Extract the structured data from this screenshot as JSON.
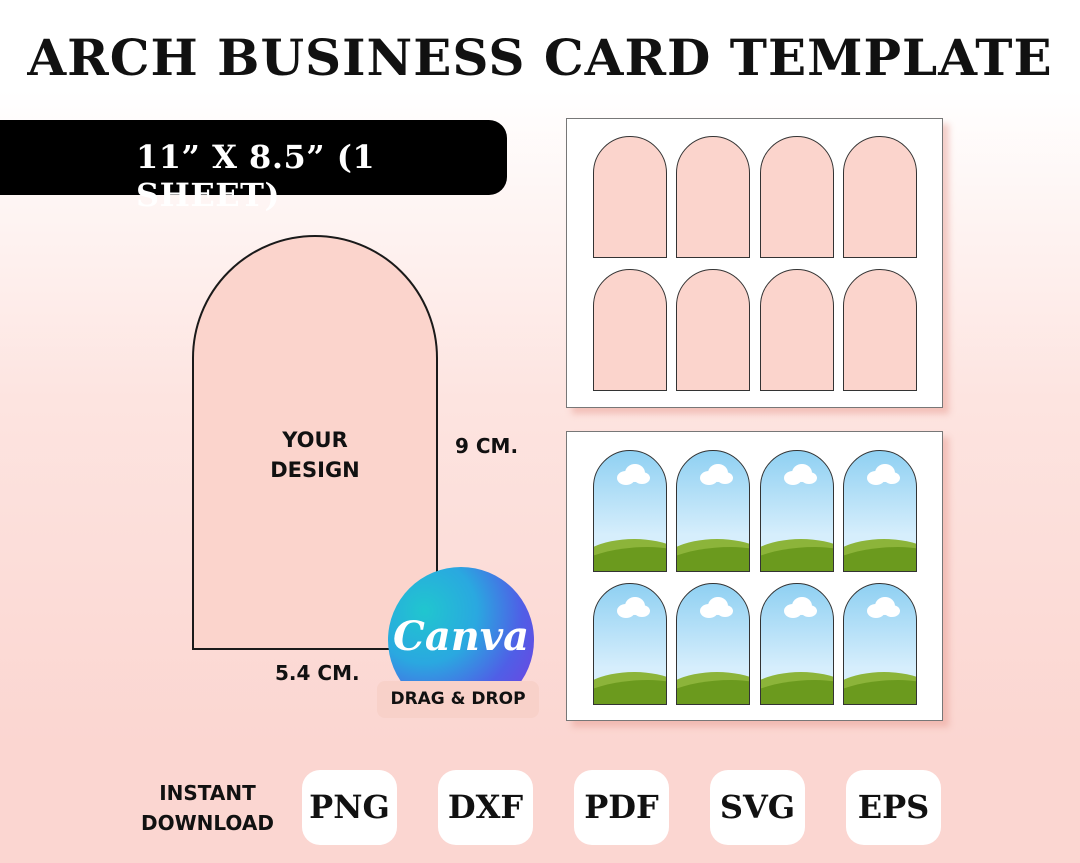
{
  "title": "ARCH BUSINESS CARD TEMPLATE",
  "size_banner": "11” X 8.5” (1 SHEET)",
  "card": {
    "design_line1": "YOUR",
    "design_line2": "DESIGN",
    "height_label": "9 CM.",
    "width_label": "5.4 CM."
  },
  "canva": {
    "logo_text": "Canva",
    "badge": "DRAG & DROP"
  },
  "colors": {
    "card_fill": "#fbd4cc",
    "banner": "#000000",
    "footer": "#fbd6d1",
    "sky": "#8fd0f2",
    "grass": "#6b9a1e"
  },
  "footer": {
    "instant_line1": "INSTANT",
    "instant_line2": "DOWNLOAD",
    "formats": [
      "PNG",
      "DXF",
      "PDF",
      "SVG",
      "EPS"
    ]
  }
}
